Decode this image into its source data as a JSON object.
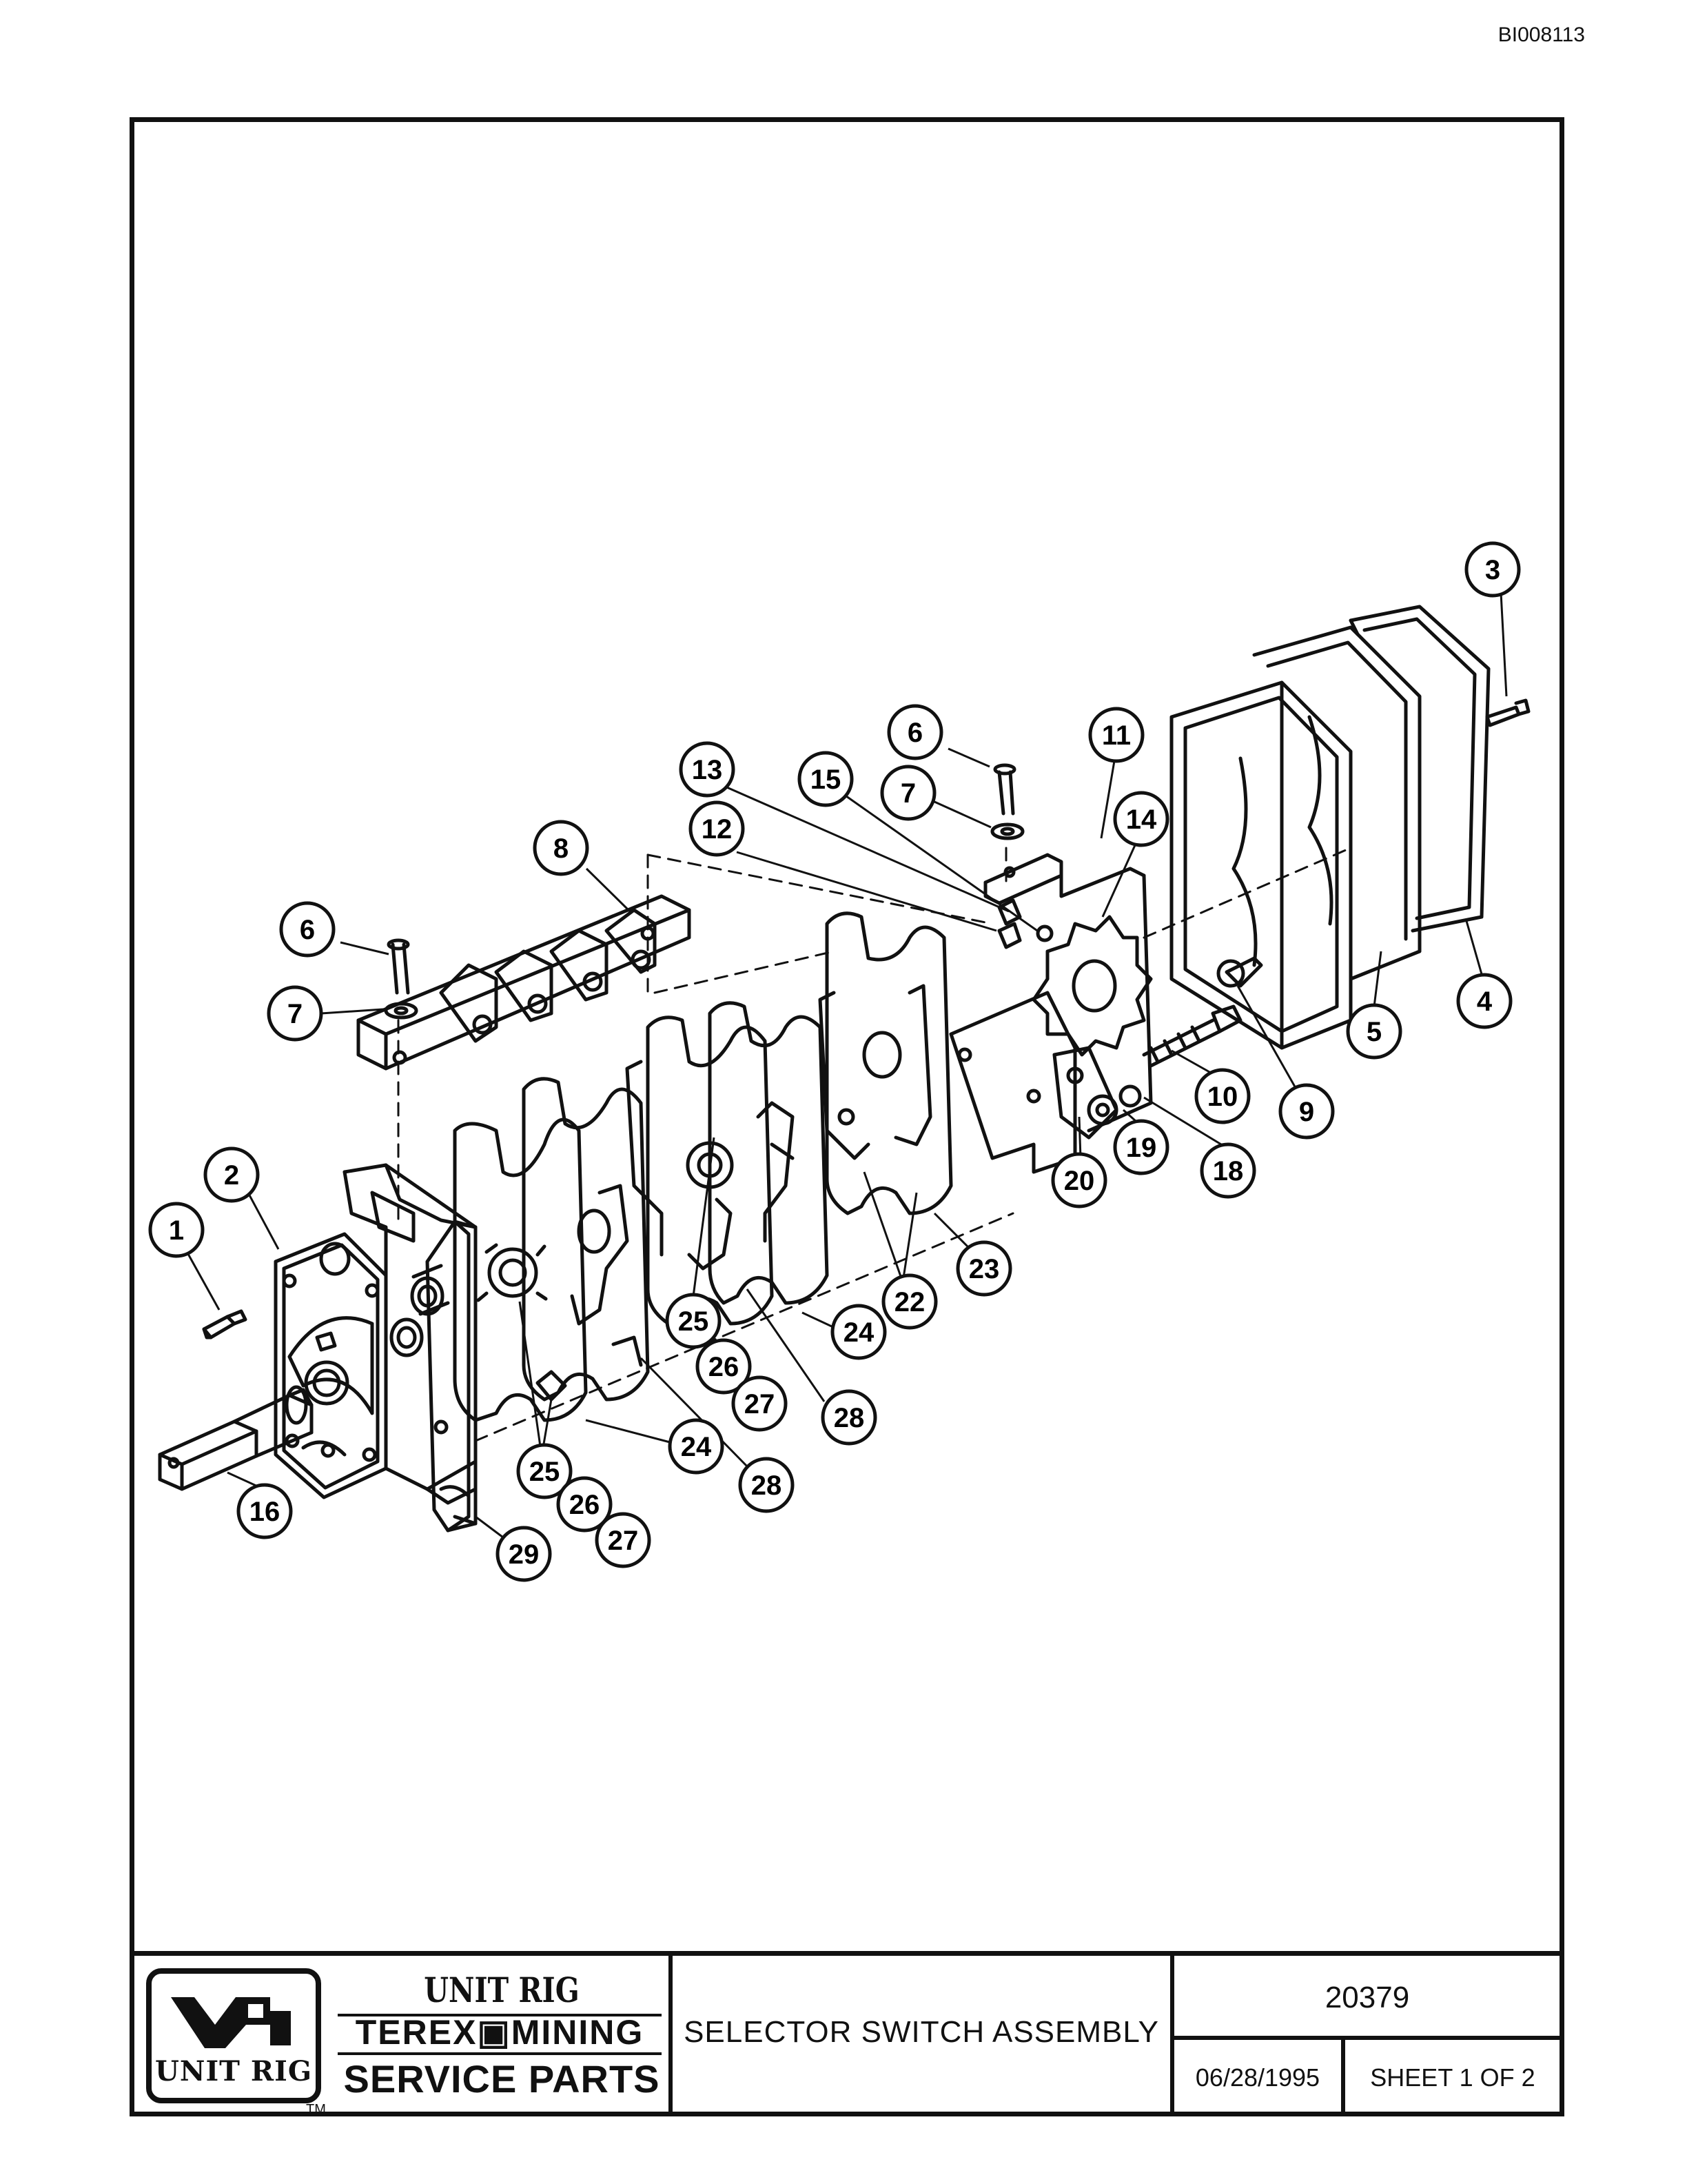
{
  "document_id": "BI008113",
  "callouts": [
    {
      "id": "c1",
      "label": "1"
    },
    {
      "id": "c2",
      "label": "2"
    },
    {
      "id": "c3",
      "label": "3"
    },
    {
      "id": "c4",
      "label": "4"
    },
    {
      "id": "c5",
      "label": "5"
    },
    {
      "id": "c6a",
      "label": "6"
    },
    {
      "id": "c6b",
      "label": "6"
    },
    {
      "id": "c7a",
      "label": "7"
    },
    {
      "id": "c7b",
      "label": "7"
    },
    {
      "id": "c8",
      "label": "8"
    },
    {
      "id": "c9",
      "label": "9"
    },
    {
      "id": "c10",
      "label": "10"
    },
    {
      "id": "c11",
      "label": "11"
    },
    {
      "id": "c12",
      "label": "12"
    },
    {
      "id": "c13",
      "label": "13"
    },
    {
      "id": "c14",
      "label": "14"
    },
    {
      "id": "c15",
      "label": "15"
    },
    {
      "id": "c16",
      "label": "16"
    },
    {
      "id": "c18",
      "label": "18"
    },
    {
      "id": "c19",
      "label": "19"
    },
    {
      "id": "c20",
      "label": "20"
    },
    {
      "id": "c22",
      "label": "22"
    },
    {
      "id": "c23",
      "label": "23"
    },
    {
      "id": "c24a",
      "label": "24"
    },
    {
      "id": "c24b",
      "label": "24"
    },
    {
      "id": "c25a",
      "label": "25"
    },
    {
      "id": "c25b",
      "label": "25"
    },
    {
      "id": "c26a",
      "label": "26"
    },
    {
      "id": "c26b",
      "label": "26"
    },
    {
      "id": "c27a",
      "label": "27"
    },
    {
      "id": "c27b",
      "label": "27"
    },
    {
      "id": "c28a",
      "label": "28"
    },
    {
      "id": "c28b",
      "label": "28"
    },
    {
      "id": "c29",
      "label": "29"
    }
  ],
  "title_block": {
    "logo_box_label": "UNIT RIG",
    "trademark": "TM",
    "brand_line1": "UNIT RIG",
    "brand_line2": "TEREX▣MINING",
    "brand_line3": "SERVICE PARTS",
    "title": "SELECTOR SWITCH ASSEMBLY",
    "drawing_number": "20379",
    "date": "06/28/1995",
    "sheet": "SHEET 1 OF 2"
  }
}
